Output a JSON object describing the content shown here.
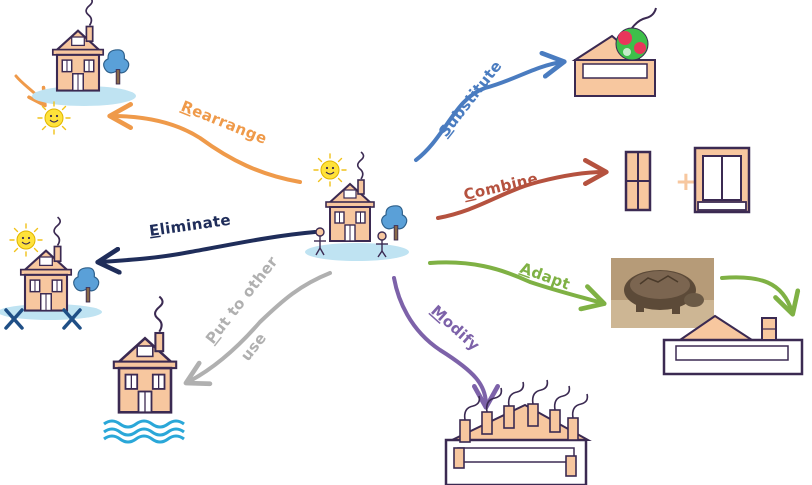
{
  "colors": {
    "substitute": "#4a7cc0",
    "combine": "#b5523f",
    "adapt": "#7fb144",
    "modify": "#7d62a9",
    "put_to_other_use": "#b0b0b0",
    "eliminate": "#1f2d5a",
    "rearrange": "#ef9a4a",
    "house_fill": "#f7c79f",
    "house_outline": "#3b2a52",
    "sun": "#ffe23a",
    "tree": "#5aa0d8",
    "water": "#2aa7d8",
    "ground": "#bfe3f2",
    "plus": "#f7c79f",
    "x_mark": "#1f4f86"
  },
  "labels": {
    "substitute": {
      "first": "S",
      "rest": "ubstitute"
    },
    "combine": {
      "first": "C",
      "rest": "ombine"
    },
    "adapt": {
      "first": "A",
      "rest": "dapt"
    },
    "modify": {
      "first": "M",
      "rest": "odify"
    },
    "put_line1": {
      "first": "P",
      "rest": "ut to other"
    },
    "put_line2": {
      "first": "",
      "rest": "use"
    },
    "eliminate": {
      "first": "E",
      "rest": "liminate"
    },
    "rearrange": {
      "first": "R",
      "rest": "earrange"
    },
    "plus": "+"
  },
  "icons": {
    "center": "house-with-sun-tree-and-people-icon",
    "substitute": "house-with-snowcone-roof-icon",
    "combine": "window-plus-window-icon",
    "adapt": "tortoise-photo-and-shell-house-icon",
    "modify": "many-chimneys-house-icon",
    "put_to_other_use": "house-on-water-icon",
    "eliminate": "house-with-x-marks-icon",
    "rearrange": "house-with-sun-below-icon"
  }
}
